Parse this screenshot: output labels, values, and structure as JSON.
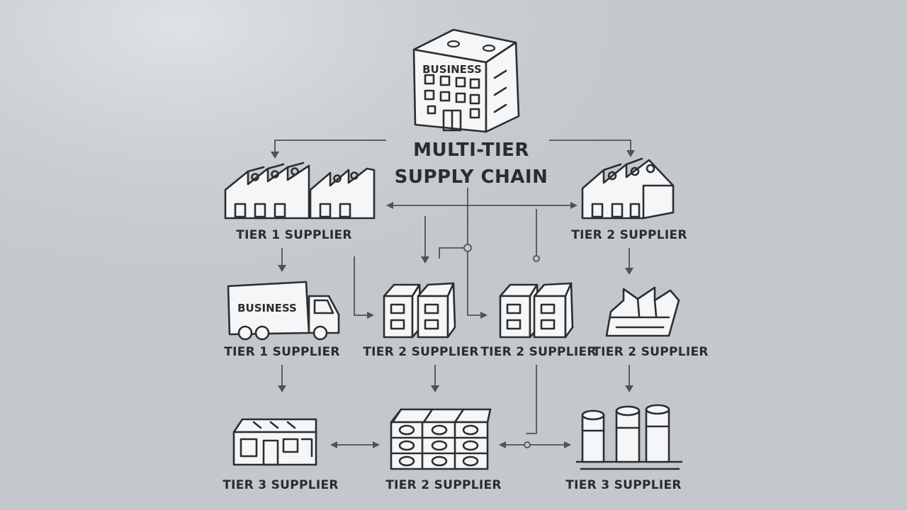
{
  "title": {
    "line1": "MULTI-TIER",
    "line2": "SUPPLY CHAIN"
  },
  "nodes": {
    "business_building": {
      "sign": "BUSINESS",
      "icon": "office-building-icon"
    },
    "tier1_top": {
      "label": "TIER 1 SUPPLIER",
      "icon": "factory-icon"
    },
    "tier2_top_right": {
      "label": "TIER 2 SUPPLIER",
      "icon": "factory-icon"
    },
    "tier1_truck": {
      "label": "TIER 1 SUPPLIER",
      "sign": "BUSINESS",
      "icon": "truck-icon"
    },
    "tier2_mid_a": {
      "label": "TIER 2 SUPPLIER",
      "icon": "warehouse-icon"
    },
    "tier2_mid_b": {
      "label": "TIER 2 SUPPLIER",
      "icon": "warehouse-icon"
    },
    "tier2_mid_c": {
      "label": "TIER 2 SUPPLIER",
      "icon": "factory-icon"
    },
    "tier3_left": {
      "label": "TIER 3 SUPPLIER",
      "icon": "store-icon"
    },
    "tier2_bottom": {
      "label": "TIER 2 SUPPLIER",
      "icon": "shelving-icon"
    },
    "tier3_right": {
      "label": "TIER 3 SUPPLIER",
      "icon": "silo-icon"
    }
  },
  "colors": {
    "background": "#c3c8cc",
    "ink": "#2c2e30",
    "fill": "#f5f6f7",
    "connector": "#505355"
  }
}
